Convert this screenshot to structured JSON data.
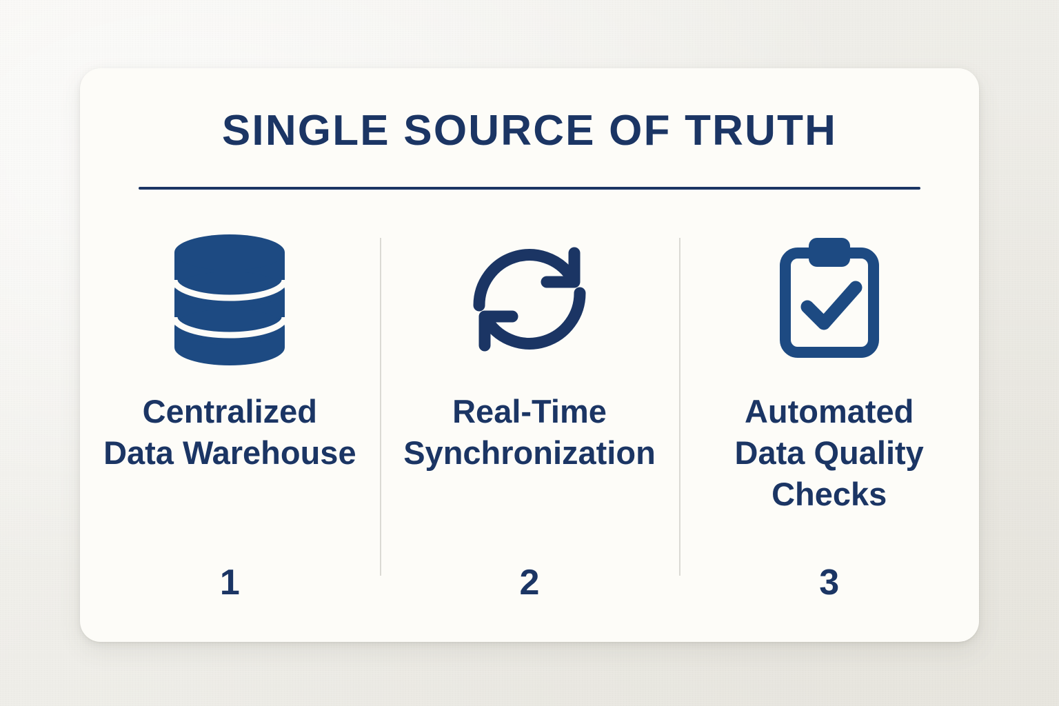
{
  "theme": {
    "page_background": "#f2f1ed",
    "card_background": "#fdfcf8",
    "navy": "#1b3564",
    "icon_blue": "#1d4a82",
    "divider": "#dbdad4"
  },
  "card": {
    "title": "SINGLE SOURCE OF TRUTH"
  },
  "columns": [
    {
      "icon": "database-icon",
      "label": "Centralized\nData Warehouse",
      "number": "1"
    },
    {
      "icon": "sync-icon",
      "label": "Real-Time\nSynchronization",
      "number": "2"
    },
    {
      "icon": "clipboard-check-icon",
      "label": "Automated\nData Quality\nChecks",
      "number": "3"
    }
  ]
}
